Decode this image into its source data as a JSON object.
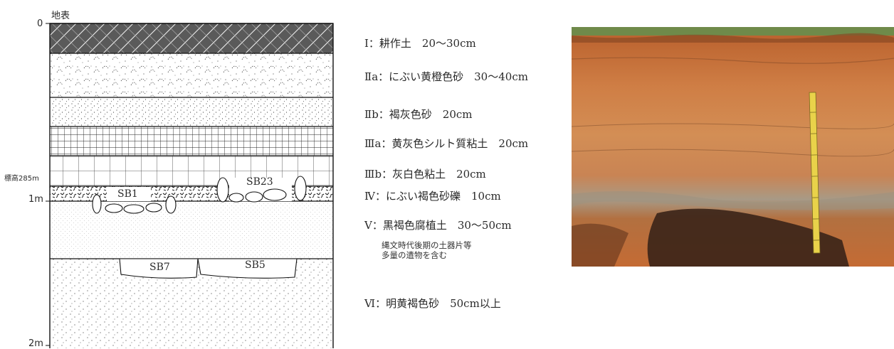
{
  "column": {
    "top_label": "地表",
    "depth_labels": {
      "d0": "0",
      "d1": "1m",
      "d2": "2m"
    },
    "elevation_label": "標高285m",
    "features": {
      "sb1": "SB1",
      "sb23": "SB23",
      "sb7": "SB7",
      "sb5": "SB5"
    }
  },
  "layers": [
    {
      "label": "Ⅰ：耕作土　20～30cm"
    },
    {
      "label": "Ⅱa：にぶい黄橙色砂　30～40cm"
    },
    {
      "label": "Ⅱb：褐灰色砂　20cm"
    },
    {
      "label": "Ⅲa：黄灰色シルト質粘土　20cm"
    },
    {
      "label": "Ⅲb：灰白色粘土　20cm"
    },
    {
      "label": "Ⅳ：にぶい褐色砂礫　10cm"
    },
    {
      "label": "Ⅴ：黒褐色腐植土　30～50cm"
    },
    {
      "label": "Ⅵ：明黄褐色砂　50cm以上"
    }
  ],
  "note": {
    "line1": "縄文時代後期の土器片等",
    "line2": "多量の遺物を含む"
  },
  "photo": {
    "colors": {
      "grass": "#6f8a4a",
      "soil_top": "#c9743a",
      "soil_mid": "#d08a4e",
      "gray_band": "#a89a86",
      "dark_soil": "#3a2418",
      "ruler": "#e9d24a"
    }
  }
}
